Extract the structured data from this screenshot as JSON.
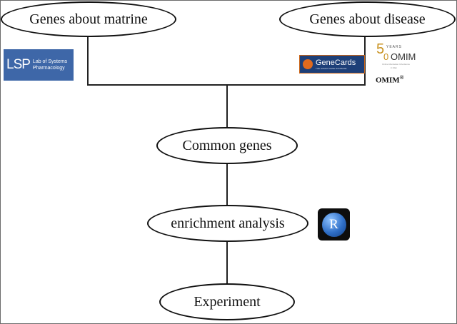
{
  "nodes": {
    "matrine": "Genes about matrine",
    "disease": "Genes about disease",
    "common": "Common genes",
    "enrichment": "enrichment analysis",
    "experiment": "Experiment"
  },
  "logos": {
    "lsp": {
      "mark": "LSP",
      "line1": "Lab of Systems",
      "line2": "Pharmacology",
      "color": "#3e67a8"
    },
    "genecards": {
      "name": "GeneCards",
      "sub": "THE HUMAN GENE DATABASE",
      "color": "#1d3f78",
      "accent": "#e06a1e"
    },
    "omim50": {
      "num": "5",
      "zero": "0",
      "years": "YEARS",
      "name": "OMIM",
      "tag1": "Online Mendelian Inheritance",
      "tag2": "in Man",
      "color": "#c8911e"
    },
    "omim_caption": "OMIM",
    "omim_reg": "®",
    "r": {
      "letter": "R",
      "color": "#2f6fc7"
    }
  }
}
